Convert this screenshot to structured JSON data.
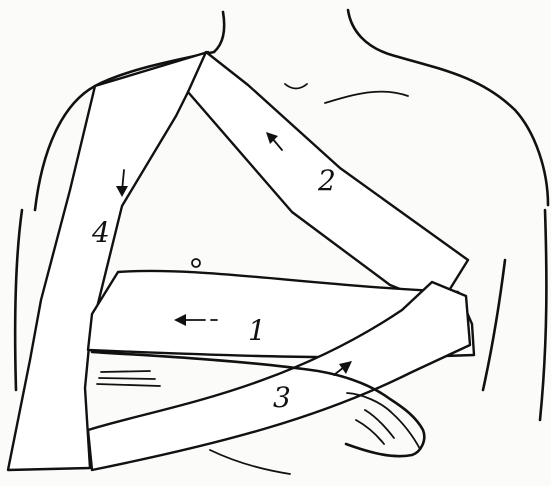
{
  "labels": {
    "band_1": "1",
    "band_2": "2",
    "band_3": "3",
    "band_4": "4"
  }
}
